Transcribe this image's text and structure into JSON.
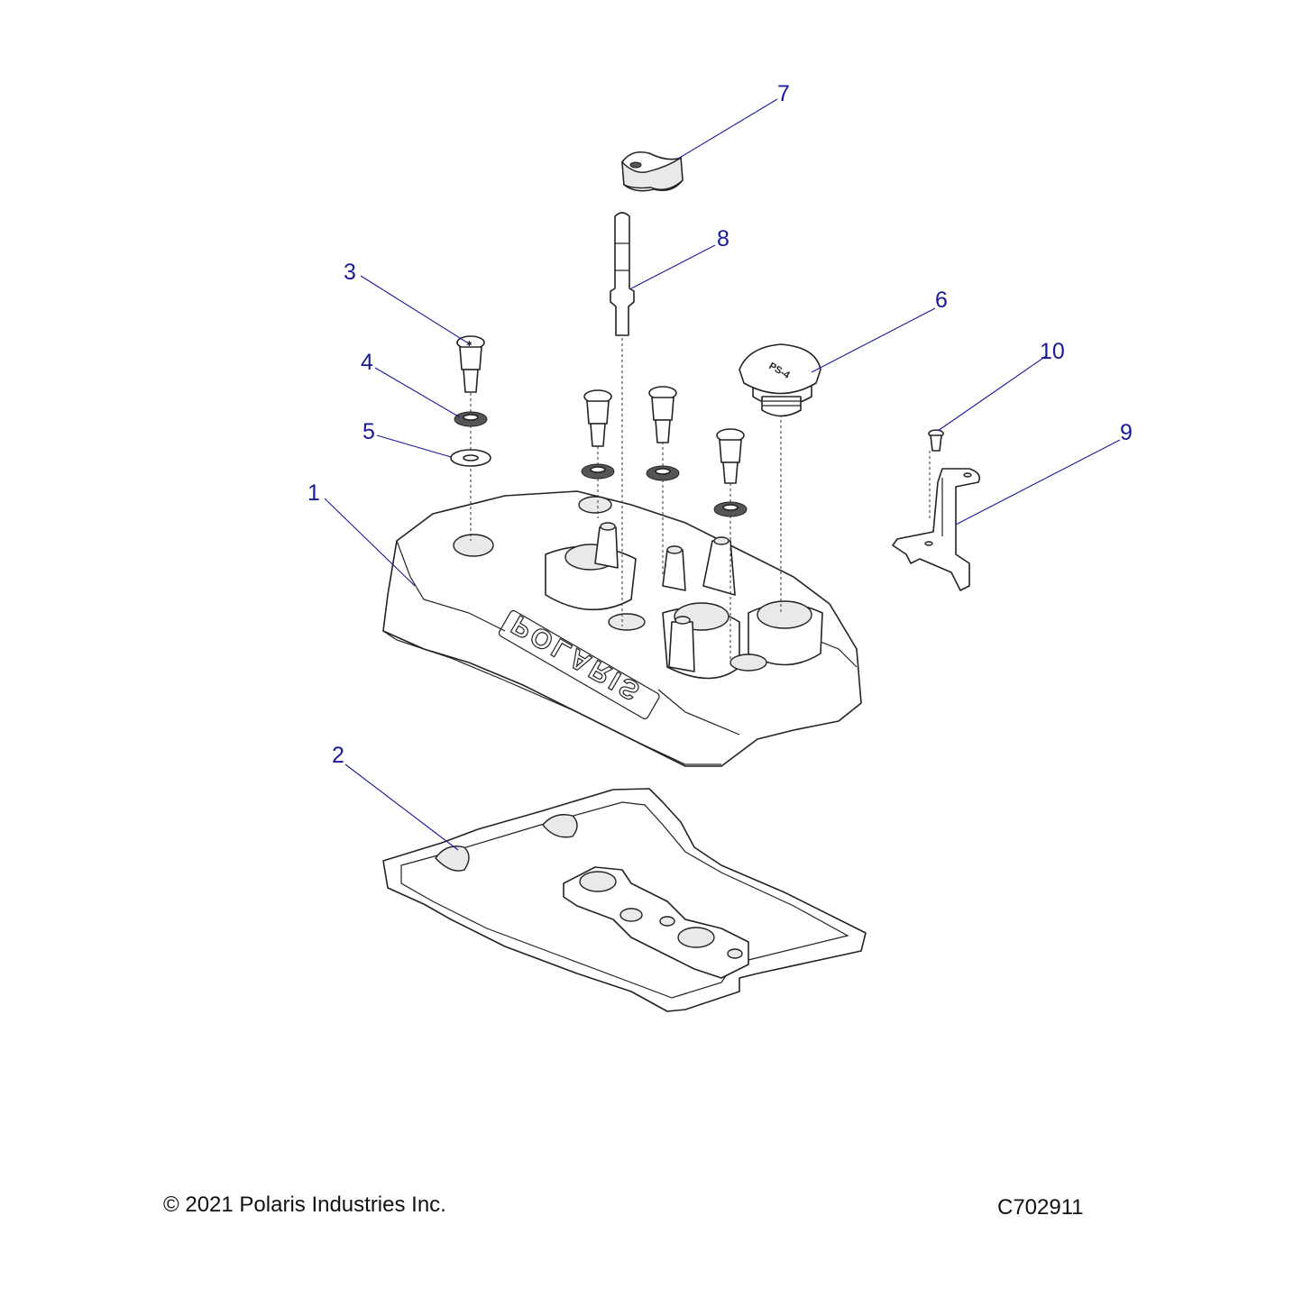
{
  "diagram": {
    "callouts": [
      {
        "id": "1",
        "label": "1"
      },
      {
        "id": "2",
        "label": "2"
      },
      {
        "id": "3",
        "label": "3"
      },
      {
        "id": "4",
        "label": "4"
      },
      {
        "id": "5",
        "label": "5"
      },
      {
        "id": "6",
        "label": "6"
      },
      {
        "id": "7",
        "label": "7"
      },
      {
        "id": "8",
        "label": "8"
      },
      {
        "id": "9",
        "label": "9"
      },
      {
        "id": "10",
        "label": "10"
      }
    ],
    "cover_logo_text": "POLARIS",
    "cap_marking": "PS-4",
    "callout_color": "#1a1a99"
  },
  "footer": {
    "copyright": "© 2021 Polaris Industries Inc.",
    "drawing_number": "C702911"
  }
}
